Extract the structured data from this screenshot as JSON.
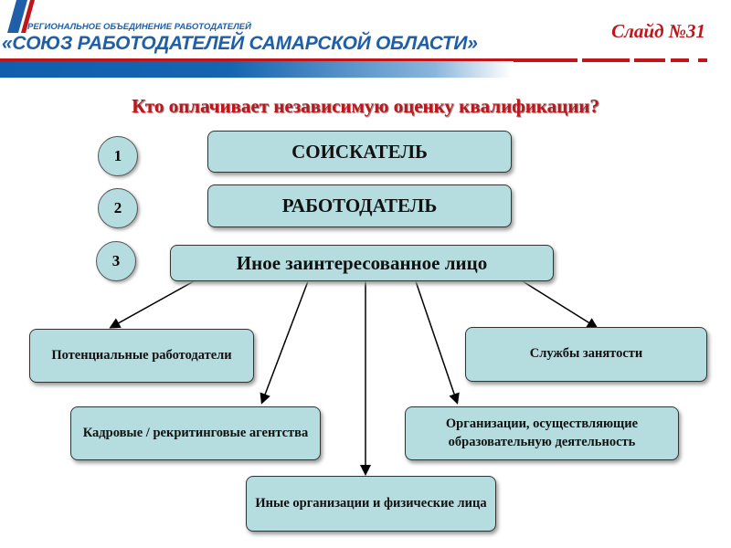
{
  "header": {
    "org_subtitle": "РЕГИОНАЛЬНОЕ ОБЪЕДИНЕНИЕ РАБОТОДАТЕЛЕЙ",
    "org_name": "«СОЮЗ РАБОТОДАТЕЛЕЙ САМАРСКОЙ ОБЛАСТИ»",
    "slide_number": "Слайд №31"
  },
  "colors": {
    "accent_red": "#c0151b",
    "brand_blue": "#1e5fa8",
    "box_fill": "#b5dde0"
  },
  "question": "Кто оплачивает независимую оценку квалификации?",
  "payers": [
    {
      "number": "1",
      "label": "СОИСКАТЕЛЬ"
    },
    {
      "number": "2",
      "label": "РАБОТОДАТЕЛЬ"
    },
    {
      "number": "3",
      "label": "Иное заинтересованное лицо"
    }
  ],
  "interested_parties": [
    "Потенциальные работодатели",
    "Службы занятости",
    "Кадровые / рекритинговые агентства",
    "Организации, осуществляющие образовательную деятельность",
    "Иные организации и физические лица"
  ]
}
